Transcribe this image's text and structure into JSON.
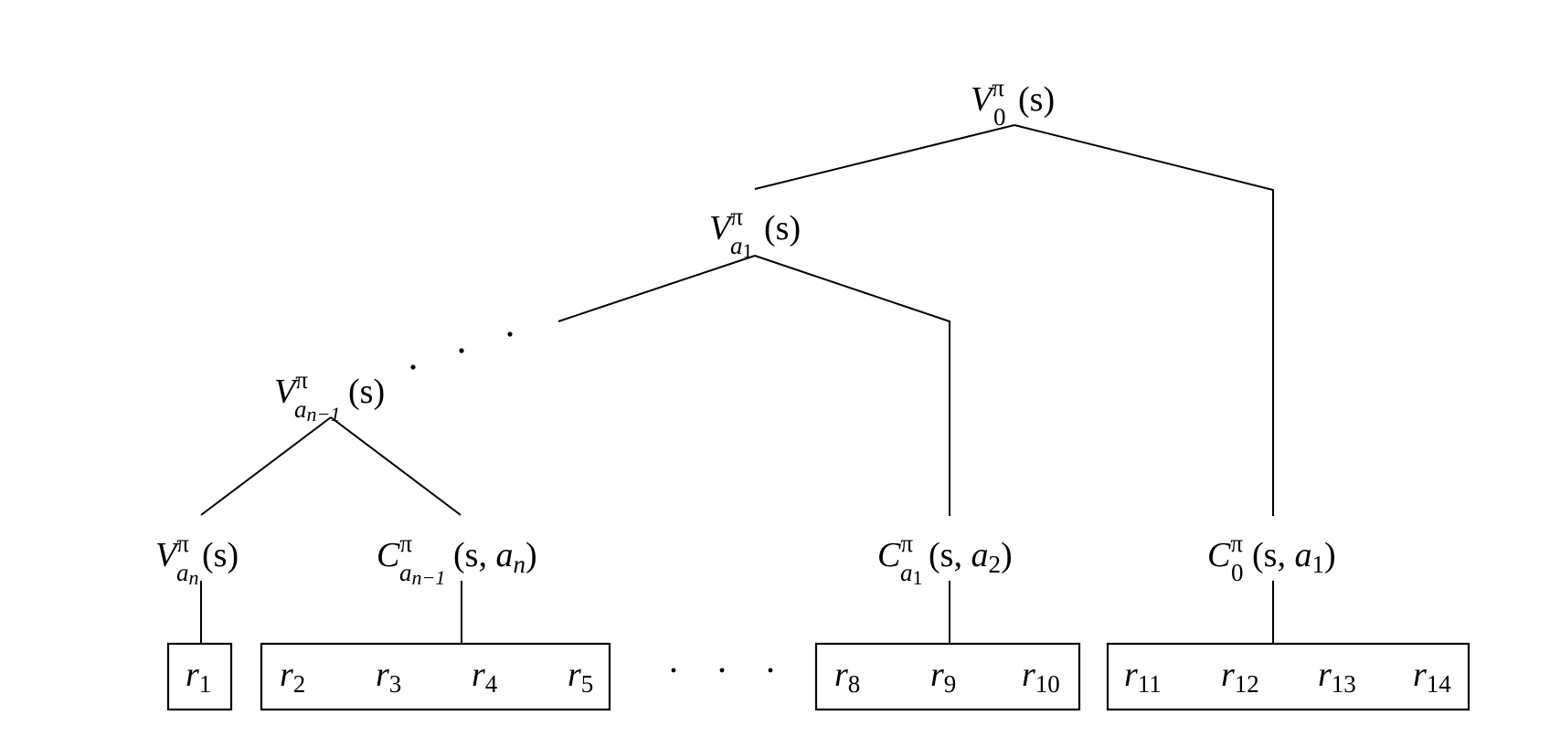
{
  "diagram": {
    "description": "MAXQ-style value function decomposition tree",
    "nodes": {
      "v0": {
        "symbol": "V",
        "sup": "π",
        "sub": "0",
        "sub2": "",
        "args": "(s)"
      },
      "va1": {
        "symbol": "V",
        "sup": "π",
        "sub": "a",
        "sub_index": "1",
        "args": "(s)"
      },
      "van1": {
        "symbol": "V",
        "sup": "π",
        "sub": "a",
        "sub_index": "n−1",
        "args": "(s)"
      },
      "van": {
        "symbol": "V",
        "sup": "π",
        "sub": "a",
        "sub_index": "n",
        "args": "(s)"
      },
      "can1": {
        "symbol": "C",
        "sup": "π",
        "sub": "a",
        "sub_index": "n−1",
        "args_open": "(s, ",
        "args_a": "a",
        "args_a_index": "n",
        "args_close": ")"
      },
      "ca1": {
        "symbol": "C",
        "sup": "π",
        "sub": "a",
        "sub_index": "1",
        "args_open": "(s, ",
        "args_a": "a",
        "args_a_index": "2",
        "args_close": ")"
      },
      "c0": {
        "symbol": "C",
        "sup": "π",
        "sub": "0",
        "args_open": "(s, ",
        "args_a": "a",
        "args_a_index": "1",
        "args_close": ")"
      }
    },
    "reward_groups": [
      {
        "id": "group-1",
        "rewards": [
          {
            "sym": "r",
            "idx": "1"
          }
        ]
      },
      {
        "id": "group-2",
        "rewards": [
          {
            "sym": "r",
            "idx": "2"
          },
          {
            "sym": "r",
            "idx": "3"
          },
          {
            "sym": "r",
            "idx": "4"
          },
          {
            "sym": "r",
            "idx": "5"
          }
        ]
      },
      {
        "id": "group-3",
        "rewards": [
          {
            "sym": "r",
            "idx": "8"
          },
          {
            "sym": "r",
            "idx": "9"
          },
          {
            "sym": "r",
            "idx": "10"
          }
        ]
      },
      {
        "id": "group-4",
        "rewards": [
          {
            "sym": "r",
            "idx": "11"
          },
          {
            "sym": "r",
            "idx": "12"
          },
          {
            "sym": "r",
            "idx": "13"
          },
          {
            "sym": "r",
            "idx": "14"
          }
        ]
      }
    ],
    "ellipsis_dot": "·"
  }
}
